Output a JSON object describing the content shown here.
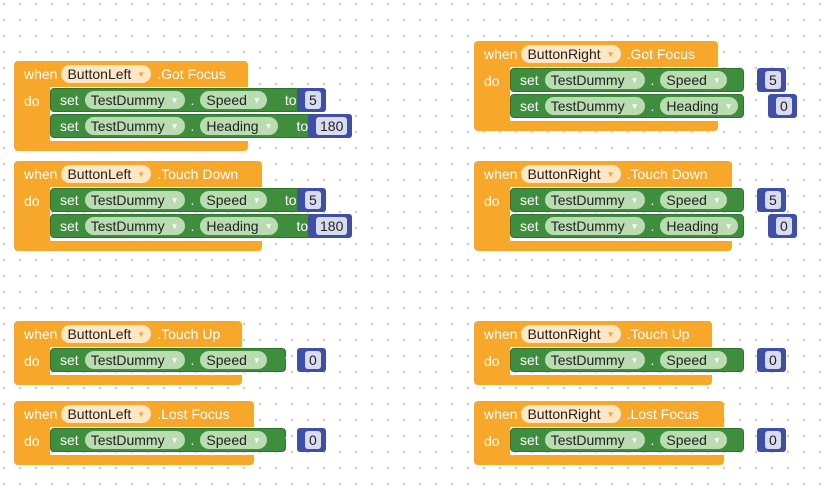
{
  "labels": {
    "when": "when",
    "do": "do",
    "set": "set",
    "to": "to",
    "dot": "."
  },
  "colors": {
    "event": "#f7a82a",
    "setter": "#3e8e3e",
    "number": "#3f4fa8"
  },
  "blocks": [
    {
      "component": "ButtonLeft",
      "event": ".Got Focus",
      "stmts": [
        {
          "target": "TestDummy",
          "prop": "Speed",
          "value": "5"
        },
        {
          "target": "TestDummy",
          "prop": "Heading",
          "value": "180"
        }
      ]
    },
    {
      "component": "ButtonLeft",
      "event": ".Touch Down",
      "stmts": [
        {
          "target": "TestDummy",
          "prop": "Speed",
          "value": "5"
        },
        {
          "target": "TestDummy",
          "prop": "Heading",
          "value": "180"
        }
      ]
    },
    {
      "component": "ButtonLeft",
      "event": ".Touch Up",
      "stmts": [
        {
          "target": "TestDummy",
          "prop": "Speed",
          "value": "0"
        }
      ]
    },
    {
      "component": "ButtonLeft",
      "event": ".Lost Focus",
      "stmts": [
        {
          "target": "TestDummy",
          "prop": "Speed",
          "value": "0"
        }
      ]
    },
    {
      "component": "ButtonRight",
      "event": ".Got Focus",
      "stmts": [
        {
          "target": "TestDummy",
          "prop": "Speed",
          "value": "5"
        },
        {
          "target": "TestDummy",
          "prop": "Heading",
          "value": "0"
        }
      ]
    },
    {
      "component": "ButtonRight",
      "event": ".Touch Down",
      "stmts": [
        {
          "target": "TestDummy",
          "prop": "Speed",
          "value": "5"
        },
        {
          "target": "TestDummy",
          "prop": "Heading",
          "value": "0"
        }
      ]
    },
    {
      "component": "ButtonRight",
      "event": ".Touch Up",
      "stmts": [
        {
          "target": "TestDummy",
          "prop": "Speed",
          "value": "0"
        }
      ]
    },
    {
      "component": "ButtonRight",
      "event": ".Lost Focus",
      "stmts": [
        {
          "target": "TestDummy",
          "prop": "Speed",
          "value": "0"
        }
      ]
    }
  ]
}
